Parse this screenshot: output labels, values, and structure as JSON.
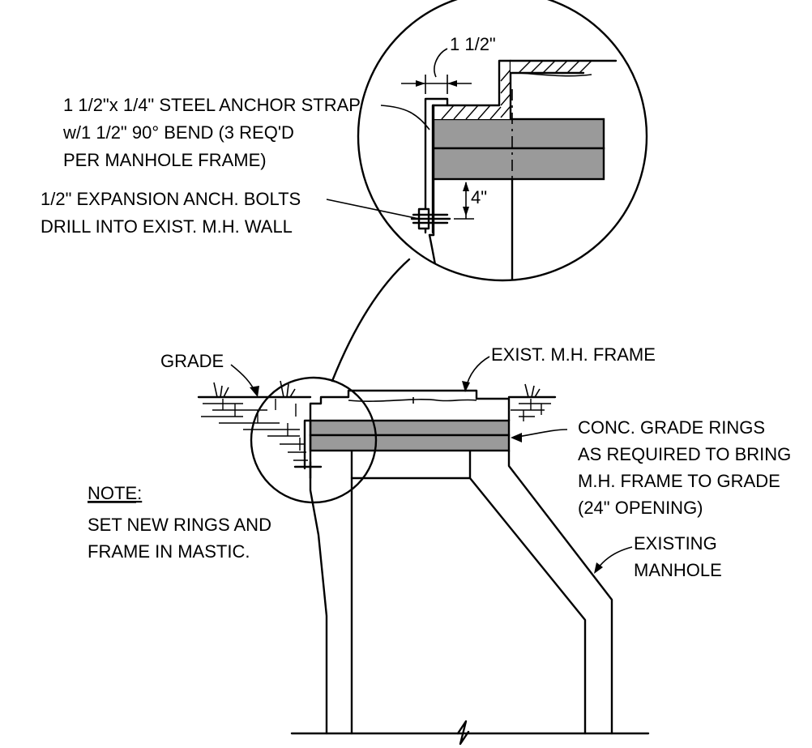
{
  "labels": {
    "dim_top": "1 1/2\"",
    "anchor_strap": [
      "1 1/2\"x 1/4\" STEEL ANCHOR STRAP",
      "w/1 1/2\" 90° BEND (3 REQ'D",
      "PER MANHOLE FRAME)"
    ],
    "expansion_bolts": [
      "1/2\" EXPANSION ANCH. BOLTS",
      "DRILL INTO EXIST. M.H. WALL"
    ],
    "dim_4": "4\"",
    "grade": "GRADE",
    "exist_frame": "EXIST. M.H. FRAME",
    "conc_rings": [
      "CONC. GRADE RINGS",
      "AS REQUIRED TO BRING",
      "M.H. FRAME TO GRADE",
      "(24\" OPENING)"
    ],
    "note_heading": "NOTE:",
    "note_lines": [
      "SET NEW RINGS AND",
      "FRAME IN MASTIC."
    ],
    "existing_manhole": [
      "EXISTING",
      "MANHOLE"
    ]
  },
  "colors": {
    "line": "#000000",
    "ring_fill": "#9a9a9a",
    "background": "#ffffff"
  }
}
